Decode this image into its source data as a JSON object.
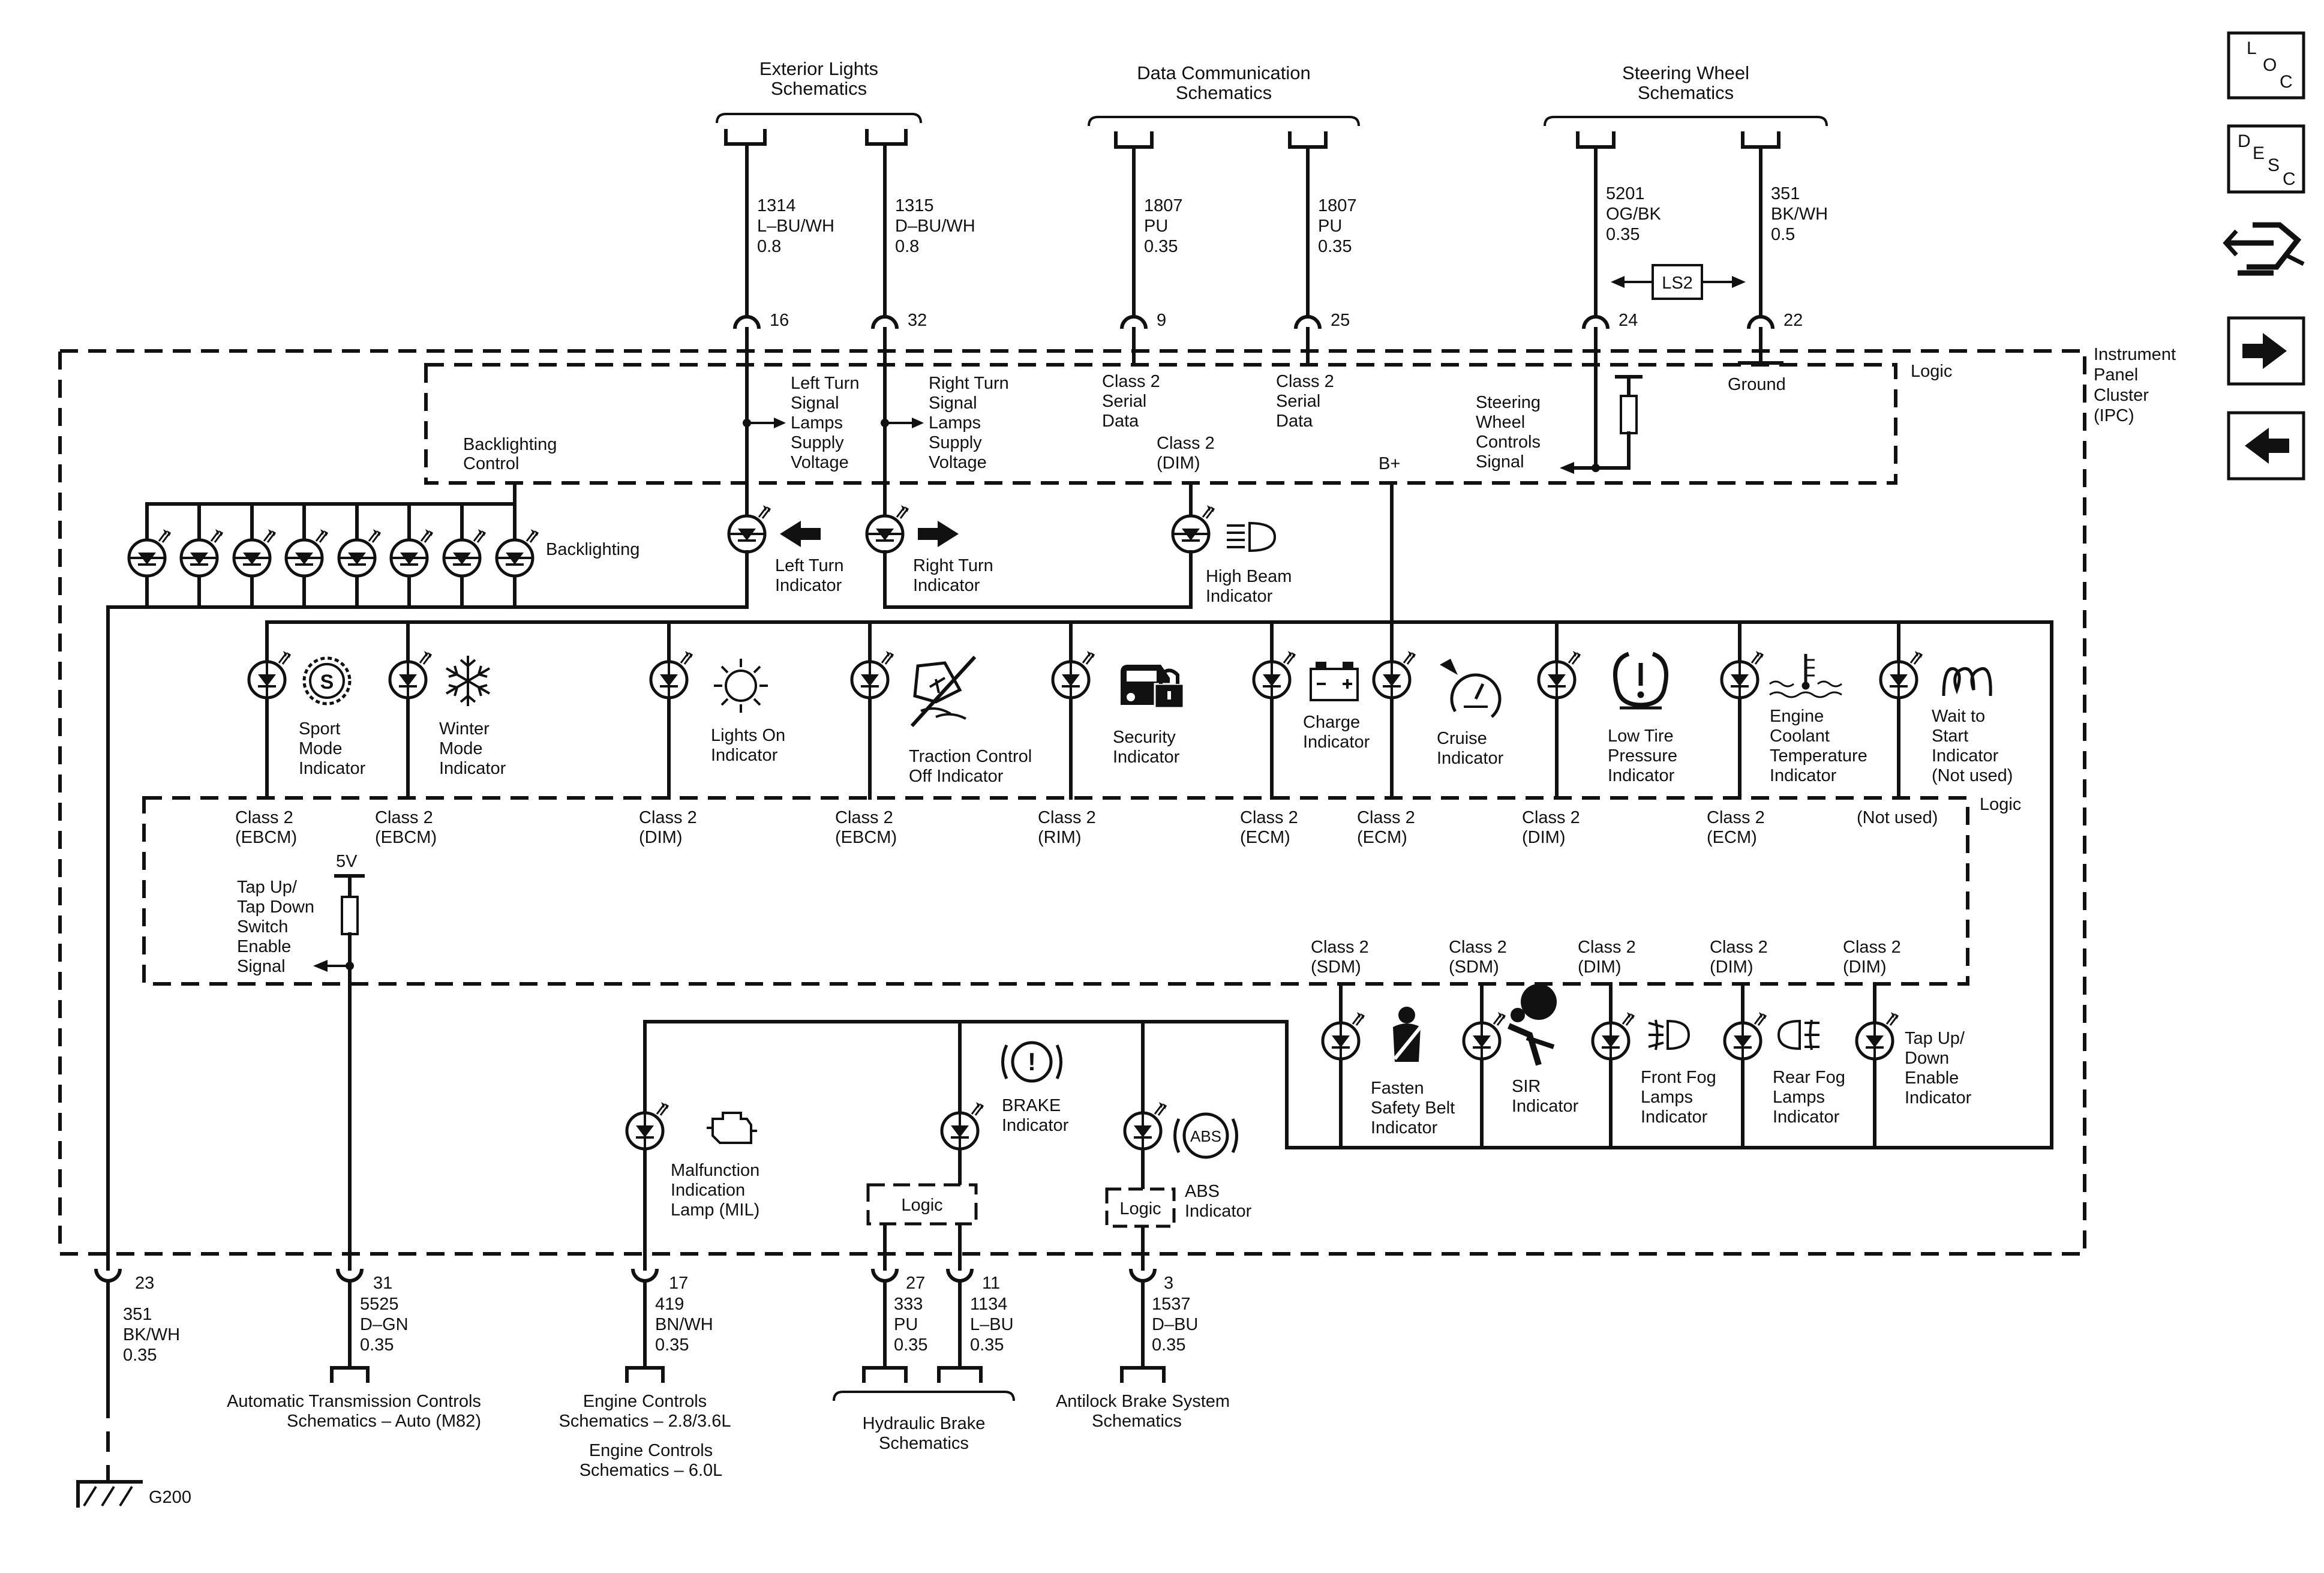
{
  "headers": {
    "exterior": [
      "Exterior Lights",
      "Schematics"
    ],
    "datacomm": [
      "Data Communication",
      "Schematics"
    ],
    "steering": [
      "Steering Wheel",
      "Schematics"
    ]
  },
  "ipc": [
    "Instrument",
    "Panel",
    "Cluster",
    "(IPC)"
  ],
  "logic": "Logic",
  "top_wires": [
    {
      "pin": "16",
      "circuit": "1314",
      "color": "L–BU/WH",
      "size": "0.8"
    },
    {
      "pin": "32",
      "circuit": "1315",
      "color": "D–BU/WH",
      "size": "0.8"
    },
    {
      "pin": "9",
      "circuit": "1807",
      "color": "PU",
      "size": "0.35"
    },
    {
      "pin": "25",
      "circuit": "1807",
      "color": "PU",
      "size": "0.35"
    },
    {
      "pin": "24",
      "circuit": "5201",
      "color": "OG/BK",
      "size": "0.35"
    },
    {
      "pin": "22",
      "circuit": "351",
      "color": "BK/WH",
      "size": "0.5"
    }
  ],
  "ls2": "LS2",
  "top_logic_labels": {
    "backlighting_control": [
      "Backlighting",
      "Control"
    ],
    "left_turn_supply": [
      "Left Turn",
      "Signal",
      "Lamps",
      "Supply",
      "Voltage"
    ],
    "right_turn_supply": [
      "Right Turn",
      "Signal",
      "Lamps",
      "Supply",
      "Voltage"
    ],
    "class2_data_9": [
      "Class 2",
      "Serial",
      "Data"
    ],
    "class2_data_25": [
      "Class 2",
      "Serial",
      "Data"
    ],
    "class2_dim": [
      "Class 2",
      "(DIM)"
    ],
    "steering_signal": [
      "Steering",
      "Wheel",
      "Controls",
      "Signal"
    ],
    "ground": "Ground",
    "bplus": "B+"
  },
  "backlighting": "Backlighting",
  "turn_lamps": {
    "left": [
      "Left Turn",
      "Indicator"
    ],
    "right": [
      "Right Turn",
      "Indicator"
    ],
    "high_beam": [
      "High Beam",
      "Indicator"
    ]
  },
  "indicators_row1": [
    {
      "label": [
        "Sport",
        "Mode",
        "Indicator"
      ],
      "source": [
        "Class 2",
        "(EBCM)"
      ]
    },
    {
      "label": [
        "Winter",
        "Mode",
        "Indicator"
      ],
      "source": [
        "Class 2",
        "(EBCM)"
      ]
    },
    {
      "label": [
        "Lights On",
        "Indicator"
      ],
      "source": [
        "Class 2",
        "(DIM)"
      ]
    },
    {
      "label": [
        "Traction Control",
        "Off Indicator"
      ],
      "source": [
        "Class 2",
        "(EBCM)"
      ]
    },
    {
      "label": [
        "Security",
        "Indicator"
      ],
      "source": [
        "Class 2",
        "(RIM)"
      ]
    },
    {
      "label": [
        "Charge",
        "Indicator"
      ],
      "source": [
        "Class 2",
        "(ECM)"
      ]
    },
    {
      "label": [
        "Cruise",
        "Indicator"
      ],
      "source": [
        "Class 2",
        "(ECM)"
      ]
    },
    {
      "label": [
        "Low Tire",
        "Pressure",
        "Indicator"
      ],
      "source": [
        "Class 2",
        "(DIM)"
      ]
    },
    {
      "label": [
        "Engine",
        "Coolant",
        "Temperature",
        "Indicator"
      ],
      "source": [
        "Class 2",
        "(ECM)"
      ]
    },
    {
      "label": [
        "Wait to",
        "Start",
        "Indicator",
        "(Not used)"
      ],
      "source": [
        "(Not used)"
      ]
    }
  ],
  "sport_glyph": "S",
  "tap_switch": {
    "voltage": "5V",
    "label": [
      "Tap Up/",
      "Tap Down",
      "Switch",
      "Enable",
      "Signal"
    ]
  },
  "indicators_row2": [
    {
      "label": [
        "Fasten",
        "Safety Belt",
        "Indicator"
      ],
      "source": [
        "Class 2",
        "(SDM)"
      ]
    },
    {
      "label": [
        "SIR",
        "Indicator"
      ],
      "source": [
        "Class 2",
        "(SDM)"
      ]
    },
    {
      "label": [
        "Front Fog",
        "Lamps",
        "Indicator"
      ],
      "source": [
        "Class 2",
        "(DIM)"
      ]
    },
    {
      "label": [
        "Rear Fog",
        "Lamps",
        "Indicator"
      ],
      "source": [
        "Class 2",
        "(DIM)"
      ]
    },
    {
      "label": [
        "Tap Up/",
        "Down",
        "Enable",
        "Indicator"
      ],
      "source": [
        "Class 2",
        "(DIM)"
      ]
    }
  ],
  "lower_lamps": {
    "mil": [
      "Malfunction",
      "Indication",
      "Lamp (MIL)"
    ],
    "brake": [
      "BRAKE",
      "Indicator"
    ],
    "abs": [
      "ABS",
      "Indicator"
    ],
    "abs_glyph": "ABS",
    "brake_glyph": "!"
  },
  "bottom_wires": [
    {
      "pin": "23",
      "circuit": "351",
      "color": "BK/WH",
      "size": "0.35"
    },
    {
      "pin": "31",
      "circuit": "5525",
      "color": "D–GN",
      "size": "0.35"
    },
    {
      "pin": "17",
      "circuit": "419",
      "color": "BN/WH",
      "size": "0.35"
    },
    {
      "pin": "27",
      "circuit": "333",
      "color": "PU",
      "size": "0.35"
    },
    {
      "pin": "11",
      "circuit": "1134",
      "color": "L–BU",
      "size": "0.35"
    },
    {
      "pin": "3",
      "circuit": "1537",
      "color": "D–BU",
      "size": "0.35"
    }
  ],
  "bottom_targets": {
    "atc": [
      "Automatic Transmission Controls",
      "Schematics – Auto (M82)"
    ],
    "eng1": [
      "Engine Controls",
      "Schematics – 2.8/3.6L"
    ],
    "eng2": [
      "Engine Controls",
      "Schematics – 6.0L"
    ],
    "brake": [
      "Hydraulic Brake",
      "Schematics"
    ],
    "abs": [
      "Antilock Brake System",
      "Schematics"
    ]
  },
  "ground_label": "G200",
  "nav": {
    "loc": [
      "L",
      "O",
      "C"
    ],
    "desc": [
      "D",
      "E",
      "S",
      "C"
    ]
  }
}
